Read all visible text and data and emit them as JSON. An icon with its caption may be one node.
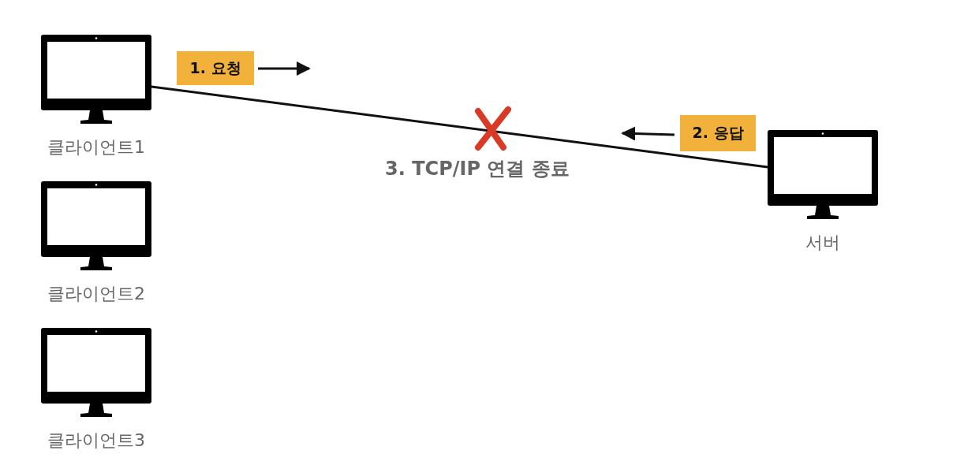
{
  "diagram": {
    "nodes": [
      {
        "text": [],
        "shape": "monitor",
        "beside": [
          "클라이언트1"
        ]
      },
      {
        "text": [],
        "shape": "monitor",
        "beside": [
          "클라이언트2"
        ]
      },
      {
        "text": [],
        "shape": "monitor",
        "beside": [
          "클라이언트3"
        ]
      },
      {
        "text": [],
        "shape": "monitor",
        "beside": [
          "서버"
        ]
      },
      {
        "text": [
          "1. 요청"
        ]
      },
      {
        "text": [
          "2. 응답"
        ]
      }
    ],
    "edges": [
      {
        "from": 0,
        "to": 3,
        "arrow": "none"
      }
    ],
    "labels": [
      "3. TCP/IP 연결 종료"
    ]
  }
}
